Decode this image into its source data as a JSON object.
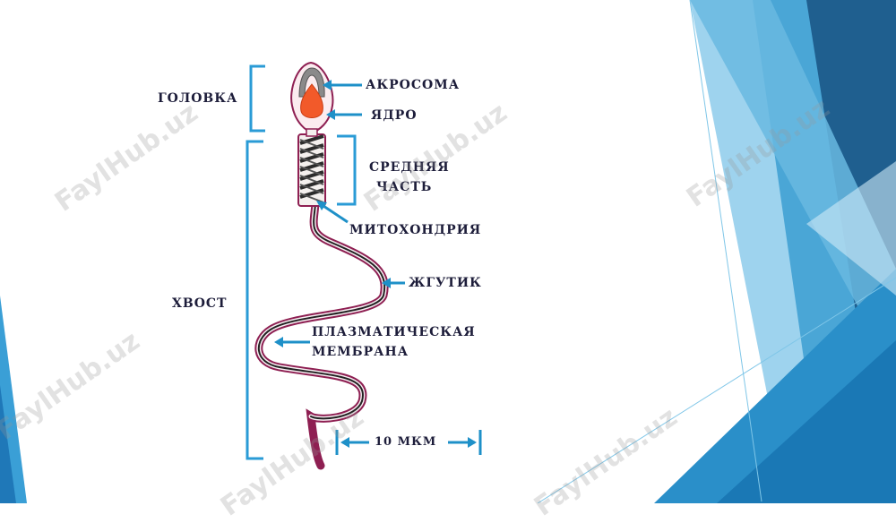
{
  "labels": {
    "golovka": "ГОЛОВКА",
    "khvost": "ХВОСТ",
    "akrosoma": "АКРОСОМА",
    "yadro": "ЯДРО",
    "srednyaya_1": "СРЕДНЯЯ",
    "srednyaya_2": "ЧАСТЬ",
    "mitokhondriya": "МИТОХОНДРИЯ",
    "zhgutik": "ЖГУТИК",
    "membrana_1": "ПЛАЗМАТИЧЕСКАЯ",
    "membrana_2": "МЕМБРАНА",
    "scale": "10 МКМ"
  },
  "watermark": "FaylHub.uz",
  "colors": {
    "arrow": "#1e90c8",
    "bracket": "#2a9bd6",
    "membrane": "#8e1f52",
    "nucleus": "#f25a2a",
    "acrosome": "#8a8a8a",
    "deco_dark": "#1f5f8f",
    "deco_mid": "#2f8fc4",
    "deco_light": "#7fc6e8"
  }
}
